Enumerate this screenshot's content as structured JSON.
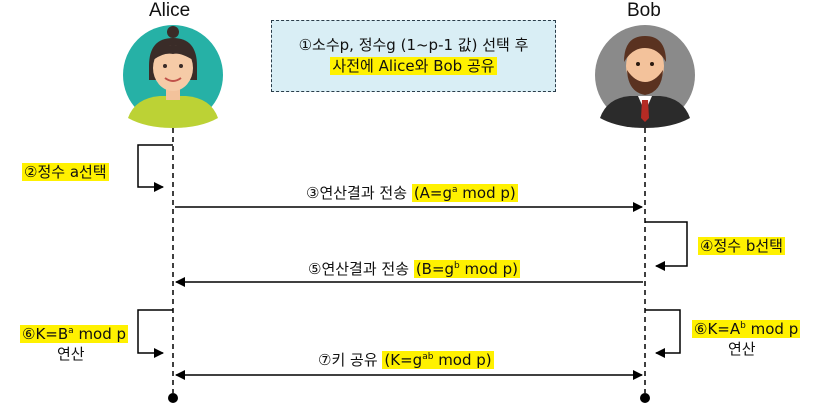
{
  "participants": {
    "alice": {
      "name": "Alice"
    },
    "bob": {
      "name": "Bob"
    }
  },
  "setup": {
    "line1": "①소수p, 정수g (1~p-1 값) 선택 후",
    "line2": "사전에 Alice와 Bob 공유"
  },
  "steps": {
    "s2": {
      "text": "②정수 a선택"
    },
    "s3": {
      "label": "③연산결과 전송",
      "formula_pre": "(A=g",
      "sup": "a",
      "formula_post": " mod p)"
    },
    "s4": {
      "text": "④정수 b선택"
    },
    "s5": {
      "label": "⑤연산결과 전송",
      "formula_pre": "(B=g",
      "sup": "b",
      "formula_post": " mod p)"
    },
    "s6a": {
      "pre": "⑥K=B",
      "sup": "a",
      "post": " mod p",
      "line2": "연산"
    },
    "s6b": {
      "pre": "⑥K=A",
      "sup": "b",
      "post": " mod p",
      "line2": "연산"
    },
    "s7": {
      "label": "⑦키 공유",
      "formula_pre": "(K=g",
      "sup": "ab",
      "formula_post": " mod p)"
    }
  },
  "colors": {
    "highlight": "#fff100",
    "setup_box": "#d9eef5",
    "avatar_bg": "#26b1a6",
    "bob_bg": "#8a8a8a",
    "line": "#000000"
  }
}
